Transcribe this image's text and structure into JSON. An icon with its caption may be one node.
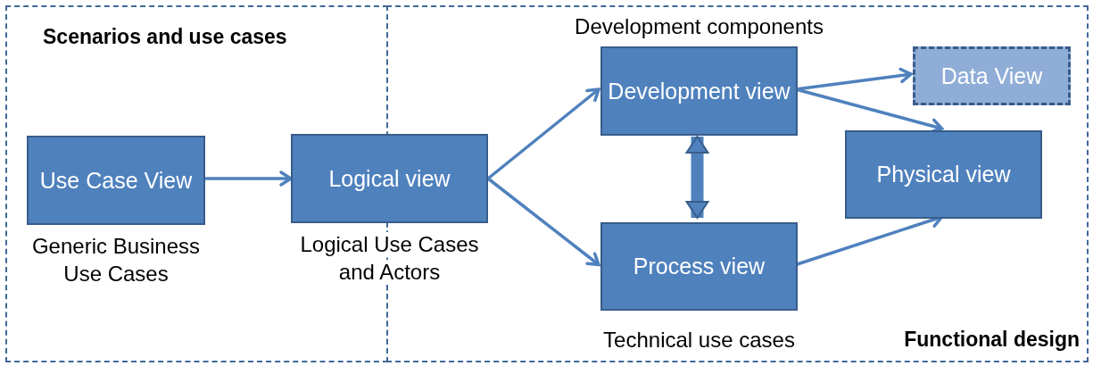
{
  "diagram": {
    "nodes": [
      {
        "text": [
          "Scenarios and use cases"
        ]
      },
      {
        "text": [
          "Functional design"
        ]
      },
      {
        "text": [
          "Use Case View"
        ],
        "beside": [
          "Generic Business Use Cases"
        ],
        "in": 0
      },
      {
        "text": [
          "Logical view"
        ],
        "beside": [
          "Logical Use Cases and Actors"
        ]
      },
      {
        "text": [
          "Development view"
        ],
        "beside": [
          "Development components"
        ],
        "in": 1
      },
      {
        "text": [
          "Process view"
        ],
        "beside": [
          "Technical use cases"
        ],
        "in": 1
      },
      {
        "text": [
          "Physical view"
        ],
        "in": 1
      },
      {
        "text": [
          "Data View"
        ],
        "in": 1
      }
    ],
    "edges": [
      {
        "from": 2,
        "to": 3,
        "arrow": "to"
      },
      {
        "from": 3,
        "to": 4,
        "arrow": "to"
      },
      {
        "from": 3,
        "to": 5,
        "arrow": "to"
      },
      {
        "from": 4,
        "to": 7,
        "arrow": "to"
      },
      {
        "from": 4,
        "to": 6,
        "arrow": "to"
      },
      {
        "from": 5,
        "to": 6,
        "arrow": "to"
      },
      {
        "from": 4,
        "to": 5,
        "arrow": "both",
        "style": "thick"
      }
    ]
  }
}
